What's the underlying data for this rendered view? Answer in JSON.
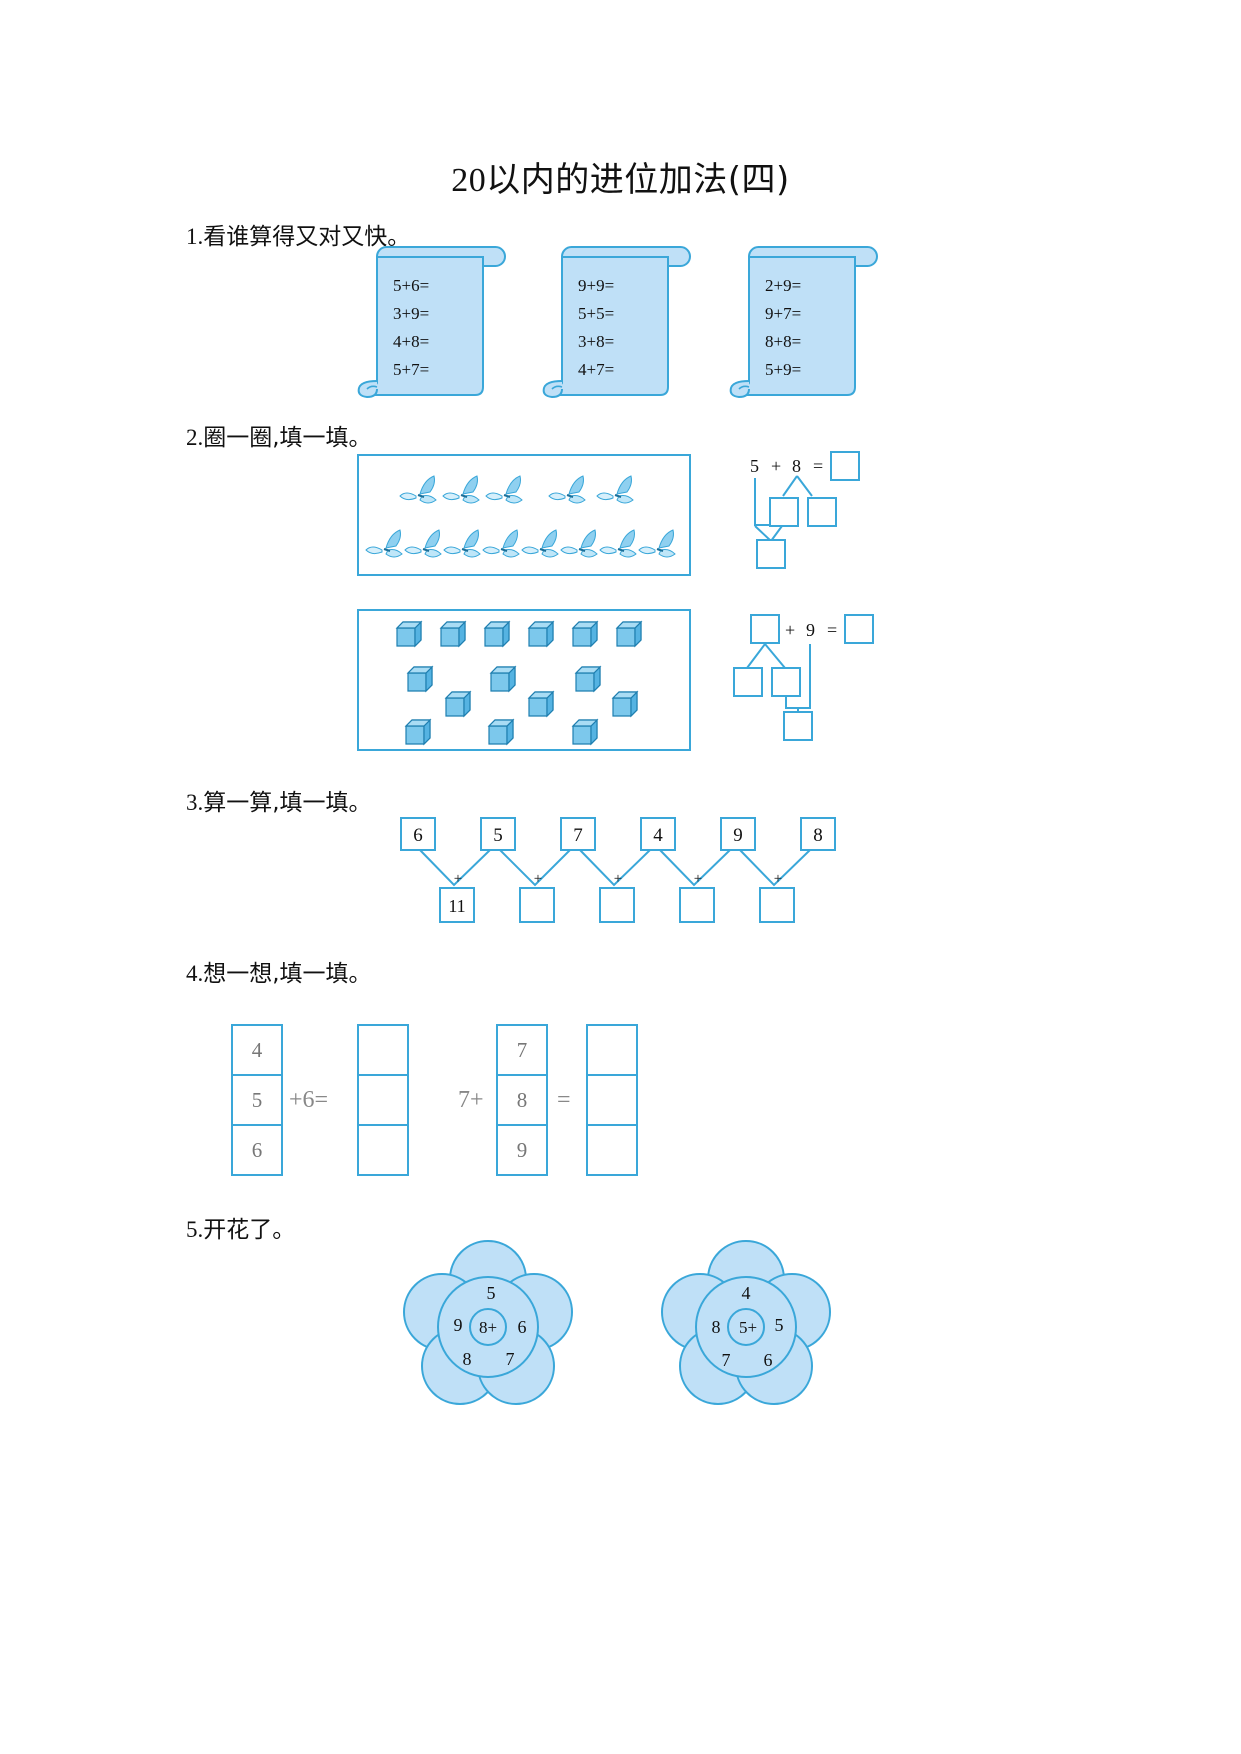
{
  "title": {
    "number": "20",
    "text": "以内的进位加法(四)"
  },
  "sections": [
    {
      "num": "1.",
      "text": "看谁算得又对又快。"
    },
    {
      "num": "2.",
      "text": "圈一圈,填一填。"
    },
    {
      "num": "3.",
      "text": "算一算,填一填。"
    },
    {
      "num": "4.",
      "text": "想一想,填一填。"
    },
    {
      "num": "5.",
      "text": "开花了。"
    }
  ],
  "scrolls": [
    [
      "5+6=",
      "3+9=",
      "4+8=",
      "5+7="
    ],
    [
      "9+9=",
      "5+5=",
      "3+8=",
      "4+7="
    ],
    [
      "2+9=",
      "9+7=",
      "8+8=",
      "5+9="
    ]
  ],
  "circle_fill": {
    "butterflies": {
      "row1_count": 5,
      "row2_count": 8
    },
    "eq1": {
      "a": "5",
      "op": "+",
      "b": "8",
      "eq": "="
    },
    "cubes": {
      "top_row_count": 6,
      "scattered_count": 9
    },
    "eq2": {
      "op": "+",
      "b": "9",
      "eq": "="
    }
  },
  "chain": {
    "numbers": [
      "6",
      "5",
      "7",
      "4",
      "9",
      "8"
    ],
    "plus": "+",
    "results": [
      "11",
      "",
      "",
      "",
      ""
    ]
  },
  "think": {
    "left_col": [
      "4",
      "5",
      "6"
    ],
    "left_op": "+6=",
    "right_prefix": "7+",
    "right_col": [
      "7",
      "8",
      "9"
    ],
    "right_eq": "="
  },
  "flowers": [
    {
      "center": "8+",
      "petals": [
        "5",
        "6",
        "7",
        "8",
        "9"
      ]
    },
    {
      "center": "5+",
      "petals": [
        "4",
        "5",
        "6",
        "7",
        "8"
      ]
    }
  ],
  "colors": {
    "accent_fill": "#bfe0f7",
    "accent_stroke": "#3aa7d9",
    "cube_fill": "#7cc8ec"
  }
}
